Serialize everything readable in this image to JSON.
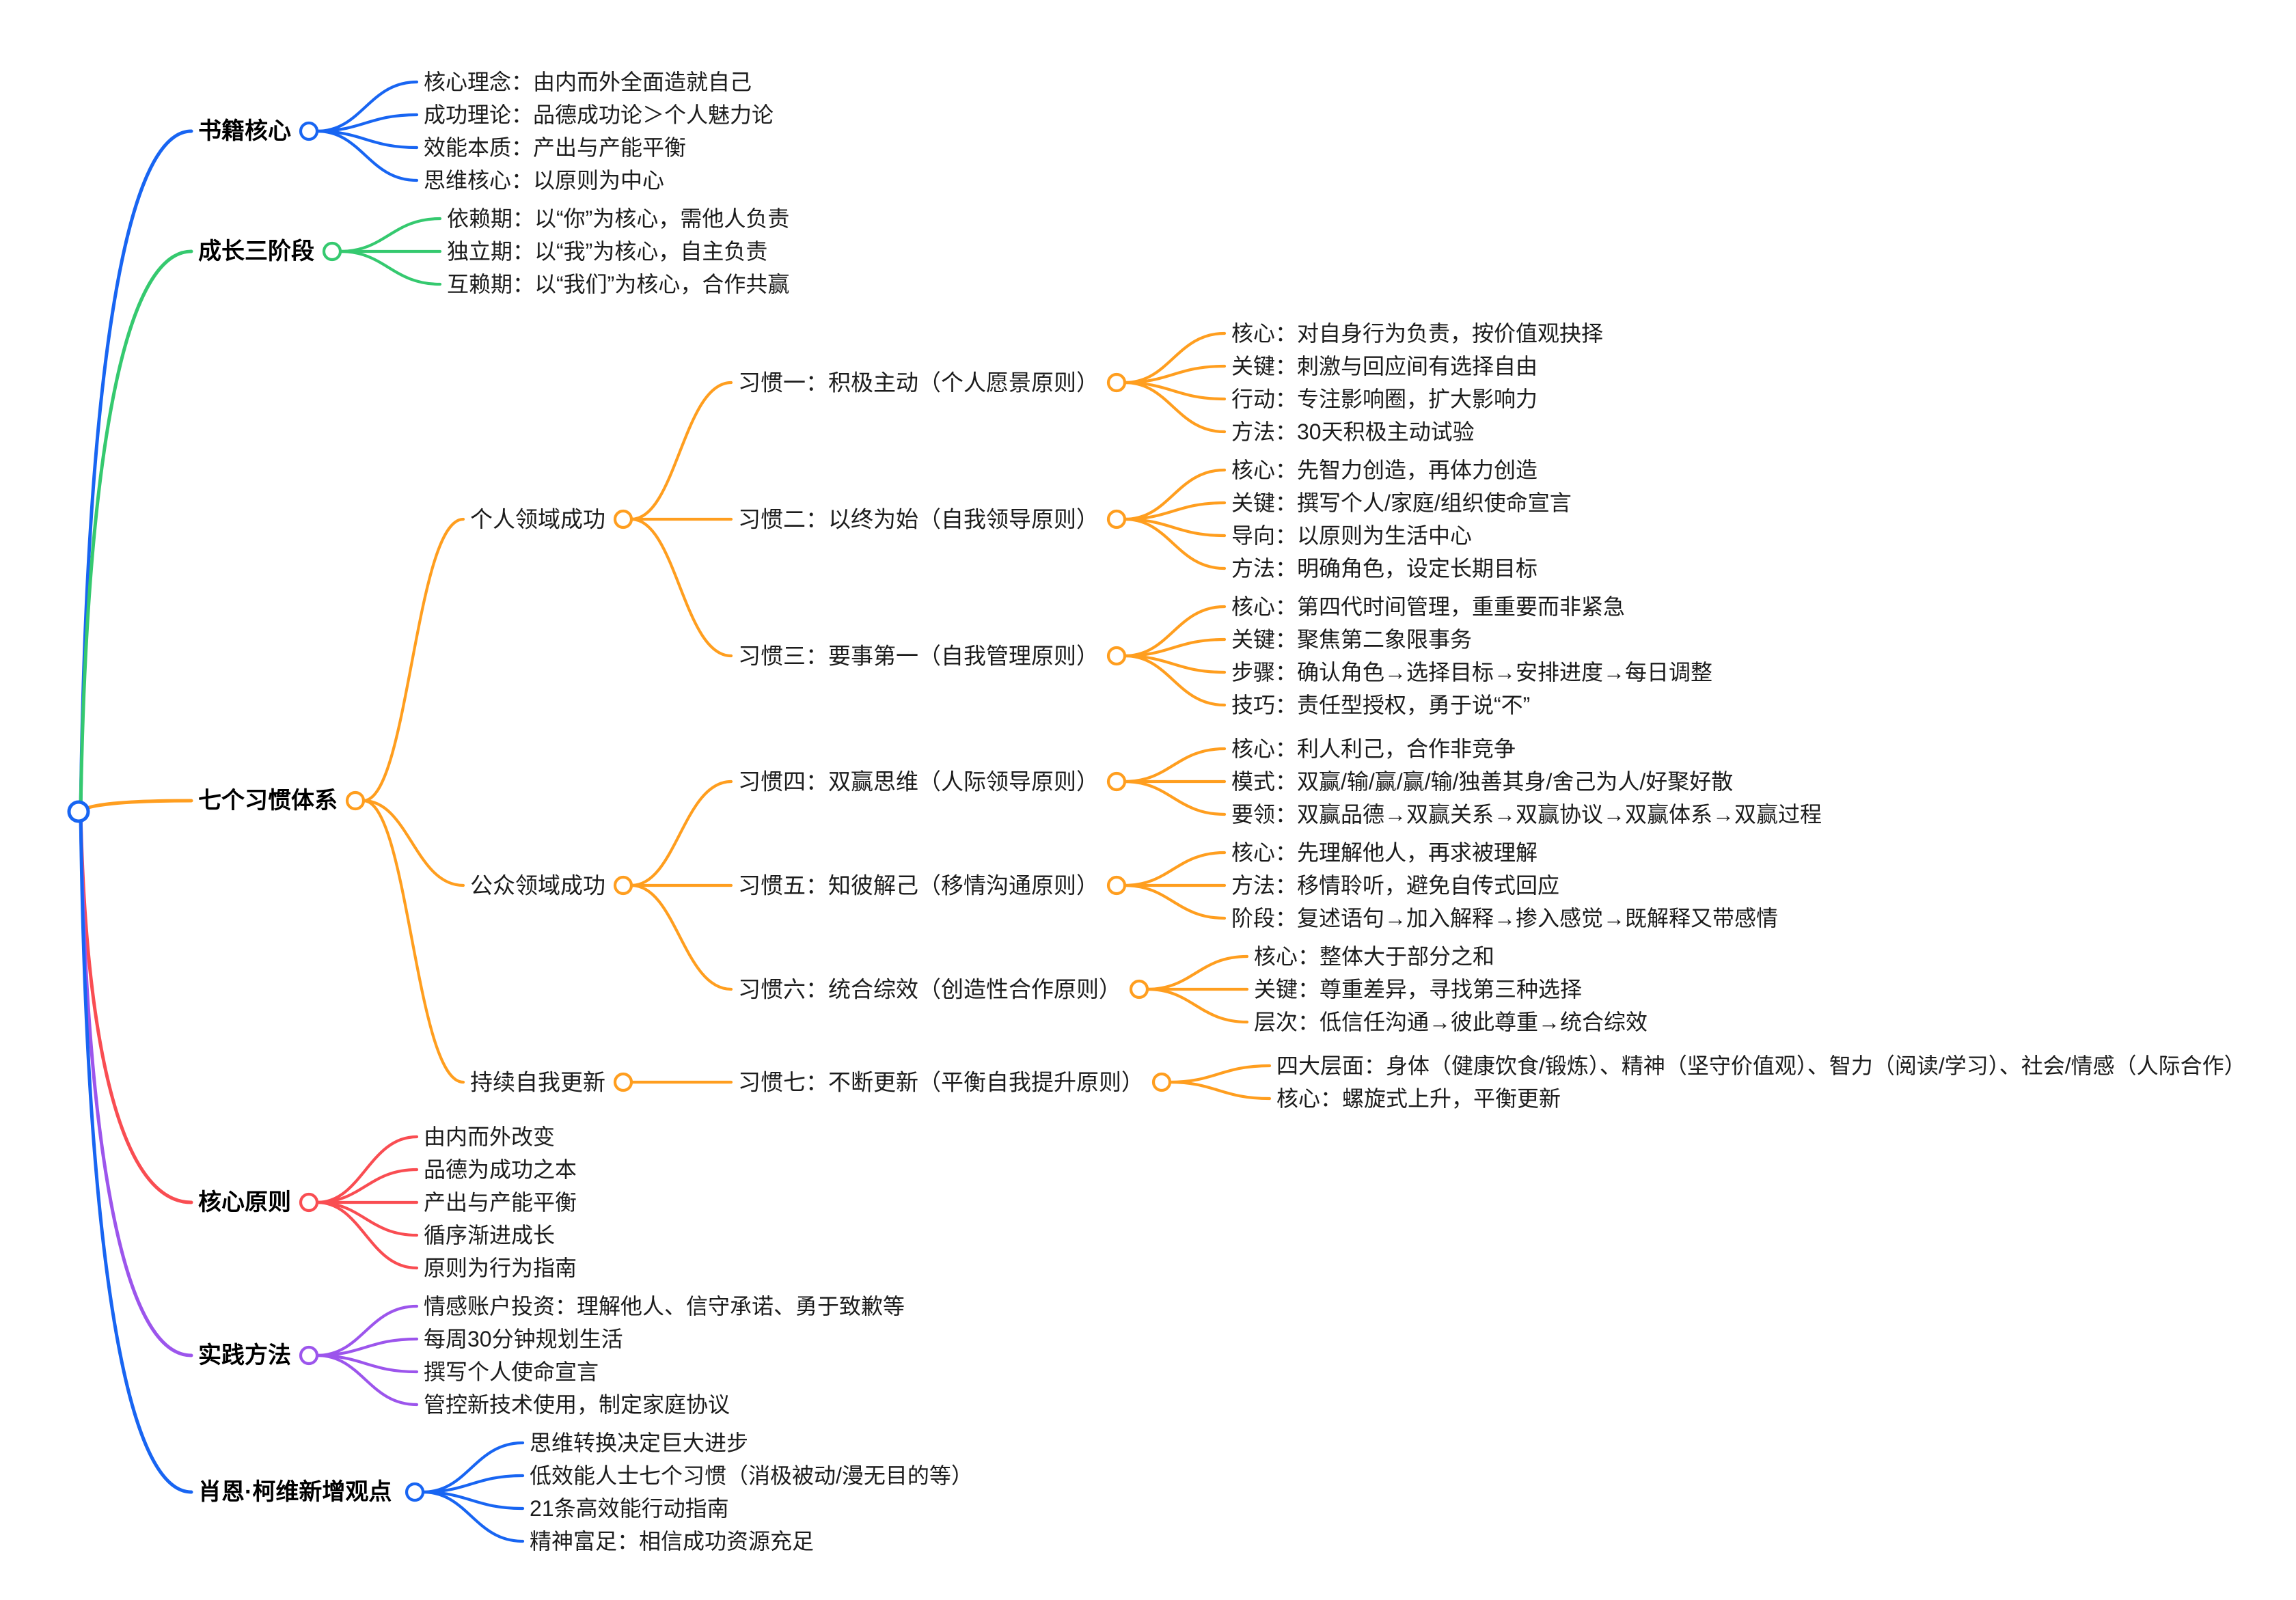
{
  "palette": {
    "root": "#1865F2",
    "blue": "#1865F2",
    "green": "#35C96F",
    "orange": "#FF9E1F",
    "red": "#F94D52",
    "purple": "#9C55EC",
    "text": "#1C1C1C",
    "topic_text": "#000000",
    "background": "#FFFFFF"
  },
  "tree": {
    "children": [
      {
        "label": "书籍核心",
        "color": "#1865F2",
        "children": [
          {
            "label": "核心理念：由内而外全面造就自己"
          },
          {
            "label": "成功理论：品德成功论＞个人魅力论"
          },
          {
            "label": "效能本质：产出与产能平衡"
          },
          {
            "label": "思维核心：以原则为中心"
          }
        ]
      },
      {
        "label": "成长三阶段",
        "color": "#35C96F",
        "children": [
          {
            "label": "依赖期：以“你”为核心，需他人负责"
          },
          {
            "label": "独立期：以“我”为核心，自主负责"
          },
          {
            "label": "互赖期：以“我们”为核心，合作共赢"
          }
        ]
      },
      {
        "label": "七个习惯体系",
        "color": "#FF9E1F",
        "children": [
          {
            "label": "个人领域成功",
            "children": [
              {
                "label": "习惯一：积极主动（个人愿景原则）",
                "children": [
                  {
                    "label": "核心：对自身行为负责，按价值观抉择"
                  },
                  {
                    "label": "关键：刺激与回应间有选择自由"
                  },
                  {
                    "label": "行动：专注影响圈，扩大影响力"
                  },
                  {
                    "label": "方法：30天积极主动试验"
                  }
                ]
              },
              {
                "label": "习惯二：以终为始（自我领导原则）",
                "children": [
                  {
                    "label": "核心：先智力创造，再体力创造"
                  },
                  {
                    "label": "关键：撰写个人/家庭/组织使命宣言"
                  },
                  {
                    "label": "导向：以原则为生活中心"
                  },
                  {
                    "label": "方法：明确角色，设定长期目标"
                  }
                ]
              },
              {
                "label": "习惯三：要事第一（自我管理原则）",
                "children": [
                  {
                    "label": "核心：第四代时间管理，重重要而非紧急"
                  },
                  {
                    "label": "关键：聚焦第二象限事务"
                  },
                  {
                    "label": "步骤：确认角色→选择目标→安排进度→每日调整"
                  },
                  {
                    "label": "技巧：责任型授权，勇于说“不”"
                  }
                ]
              }
            ]
          },
          {
            "label": "公众领域成功",
            "children": [
              {
                "label": "习惯四：双赢思维（人际领导原则）",
                "children": [
                  {
                    "label": "核心：利人利己，合作非竞争"
                  },
                  {
                    "label": "模式：双赢/输/赢/赢/输/独善其身/舍己为人/好聚好散"
                  },
                  {
                    "label": "要领：双赢品德→双赢关系→双赢协议→双赢体系→双赢过程"
                  }
                ]
              },
              {
                "label": "习惯五：知彼解己（移情沟通原则）",
                "children": [
                  {
                    "label": "核心：先理解他人，再求被理解"
                  },
                  {
                    "label": "方法：移情聆听，避免自传式回应"
                  },
                  {
                    "label": "阶段：复述语句→加入解释→掺入感觉→既解释又带感情"
                  }
                ]
              },
              {
                "label": "习惯六：统合综效（创造性合作原则）",
                "children": [
                  {
                    "label": "核心：整体大于部分之和"
                  },
                  {
                    "label": "关键：尊重差异，寻找第三种选择"
                  },
                  {
                    "label": "层次：低信任沟通→彼此尊重→统合综效"
                  }
                ]
              }
            ]
          },
          {
            "label": "持续自我更新",
            "children": [
              {
                "label": "习惯七：不断更新（平衡自我提升原则）",
                "children": [
                  {
                    "label": "四大层面：身体（健康饮食/锻炼）、精神（坚守价值观）、智力（阅读/学习）、社会/情感（人际合作）"
                  },
                  {
                    "label": "核心：螺旋式上升，平衡更新"
                  }
                ]
              }
            ]
          }
        ]
      },
      {
        "label": "核心原则",
        "color": "#F94D52",
        "children": [
          {
            "label": "由内而外改变"
          },
          {
            "label": "品德为成功之本"
          },
          {
            "label": "产出与产能平衡"
          },
          {
            "label": "循序渐进成长"
          },
          {
            "label": "原则为行为指南"
          }
        ]
      },
      {
        "label": "实践方法",
        "color": "#9C55EC",
        "children": [
          {
            "label": "情感账户投资：理解他人、信守承诺、勇于致歉等"
          },
          {
            "label": "每周30分钟规划生活"
          },
          {
            "label": "撰写个人使命宣言"
          },
          {
            "label": "管控新技术使用，制定家庭协议"
          }
        ]
      },
      {
        "label": "肖恩·柯维新增观点",
        "color": "#1865F2",
        "children": [
          {
            "label": "思维转换决定巨大进步"
          },
          {
            "label": "低效能人士七个习惯（消极被动/漫无目的等）"
          },
          {
            "label": "21条高效能行动指南"
          },
          {
            "label": "精神富足：相信成功资源充足"
          }
        ]
      }
    ]
  }
}
